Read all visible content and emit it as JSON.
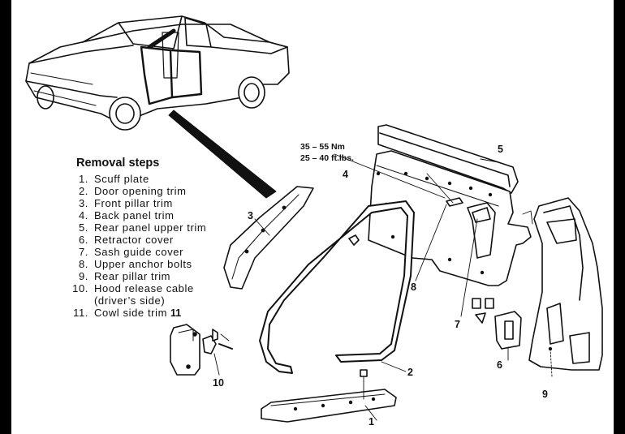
{
  "removal": {
    "title": "Removal steps",
    "steps": [
      {
        "num": "1.",
        "text": "Scuff plate"
      },
      {
        "num": "2.",
        "text": "Door opening trim"
      },
      {
        "num": "3.",
        "text": "Front pillar trim"
      },
      {
        "num": "4.",
        "text": "Back panel trim"
      },
      {
        "num": "5.",
        "text": "Rear panel upper trim"
      },
      {
        "num": "6.",
        "text": "Retractor cover"
      },
      {
        "num": "7.",
        "text": "Sash guide cover"
      },
      {
        "num": "8.",
        "text": "Upper anchor bolts"
      },
      {
        "num": "9.",
        "text": "Rear pillar trim"
      },
      {
        "num": "10.",
        "text": "Hood release cable"
      },
      {
        "num": "",
        "text": "(driver’s side)"
      },
      {
        "num": "11.",
        "text": "Cowl side trim"
      }
    ]
  },
  "torque": {
    "nm": "35 – 55 Nm",
    "ftlbs": "25 – 40 ft.lbs."
  },
  "callouts": {
    "c1": "1",
    "c2": "2",
    "c3": "3",
    "c4": "4",
    "c5": "5",
    "c6": "6",
    "c7": "7",
    "c8": "8",
    "c9": "9",
    "c10": "10",
    "c11": "11"
  },
  "colors": {
    "page": "#ffffff",
    "ink": "#111111",
    "border": "#000000"
  }
}
